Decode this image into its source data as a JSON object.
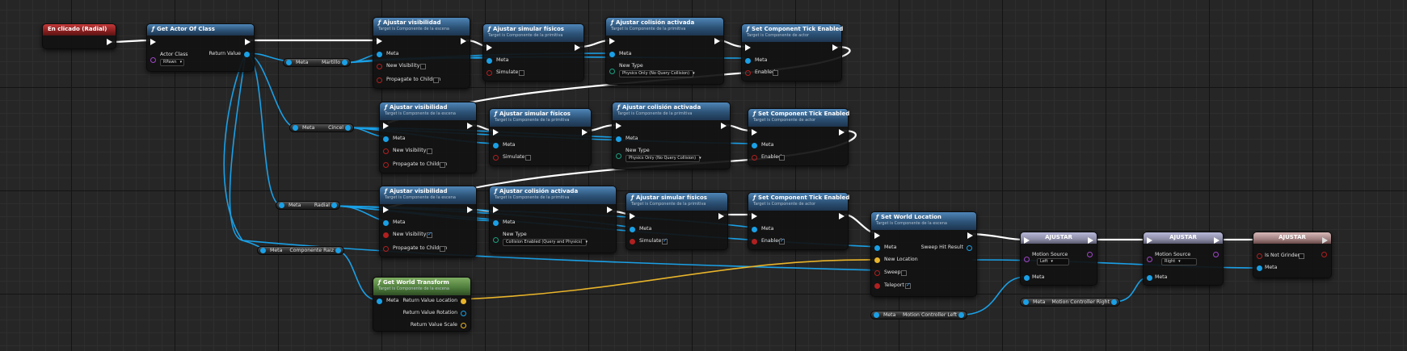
{
  "graph": {
    "event": {
      "title": "En clicado (Radial)"
    },
    "get_actor": {
      "title": "Get Actor Of Class",
      "actor_class_label": "Actor Class",
      "actor_class_value": "RPawn",
      "return_label": "Return Value"
    },
    "vars": {
      "martillo": {
        "left": "Meta",
        "right": "Martillo"
      },
      "cincel": {
        "left": "Meta",
        "right": "Cincel"
      },
      "radial": {
        "left": "Meta",
        "right": "Radial"
      },
      "raiz": {
        "left": "Meta",
        "right": "Componente Raiz"
      },
      "mc_left": {
        "left": "Meta",
        "right": "Motion Controller Left"
      },
      "mc_right": {
        "left": "Meta",
        "right": "Motion Controller Right"
      }
    },
    "row1": {
      "vis": {
        "title": "Ajustar visibilidad",
        "sub": "Target is Componente de la escena",
        "meta": "Meta",
        "new_vis": "New Visibility",
        "prop": "Propagate to Children"
      },
      "sim": {
        "title": "Ajustar simular físicos",
        "sub": "Target is Componente de la primitiva",
        "meta": "Meta",
        "simulate": "Simulate"
      },
      "col": {
        "title": "Ajustar colisión activada",
        "sub": "Target is Componente de la primitiva",
        "meta": "Meta",
        "new_type": "New Type",
        "type_value": "Physics Only (No Query Collision)"
      },
      "tick": {
        "title": "Set Component Tick Enabled",
        "sub": "Target is Componente de actor",
        "meta": "Meta",
        "enabled": "Enabled"
      }
    },
    "row2": {
      "vis": {
        "title": "Ajustar visibilidad",
        "sub": "Target is Componente de la escena",
        "meta": "Meta",
        "new_vis": "New Visibility",
        "prop": "Propagate to Children"
      },
      "sim": {
        "title": "Ajustar simular físicos",
        "sub": "Target is Componente de la primitiva",
        "meta": "Meta",
        "simulate": "Simulate"
      },
      "col": {
        "title": "Ajustar colisión activada",
        "sub": "Target is Componente de la primitiva",
        "meta": "Meta",
        "new_type": "New Type",
        "type_value": "Physics Only (No Query Collision)"
      },
      "tick": {
        "title": "Set Component Tick Enabled",
        "sub": "Target is Componente de actor",
        "meta": "Meta",
        "enabled": "Enabled"
      }
    },
    "row3": {
      "vis": {
        "title": "Ajustar visibilidad",
        "sub": "Target is Componente de la escena",
        "meta": "Meta",
        "new_vis": "New Visibility",
        "prop": "Propagate to Children"
      },
      "col": {
        "title": "Ajustar colisión activada",
        "sub": "Target is Componente de la primitiva",
        "meta": "Meta",
        "new_type": "New Type",
        "type_value": "Collision Enabled (Query and Physics)"
      },
      "sim": {
        "title": "Ajustar simular físicos",
        "sub": "Target is Componente de la primitiva",
        "meta": "Meta",
        "simulate": "Simulate"
      },
      "tick": {
        "title": "Set Component Tick Enabled",
        "sub": "Target is Componente de actor",
        "meta": "Meta",
        "enabled": "Enabled"
      }
    },
    "world_loc": {
      "title": "Set World Location",
      "sub": "Target is Componente de la escena",
      "meta": "Meta",
      "new_loc": "New Location",
      "sweep": "Sweep",
      "teleport": "Teleport",
      "sweep_hit": "Sweep Hit Result"
    },
    "world_tf": {
      "title": "Get World Transform",
      "sub": "Target is Componente de la escena",
      "meta": "Meta",
      "loc": "Return Value Location",
      "rot": "Return Value Rotation",
      "scale": "Return Value Scale"
    },
    "adj1": {
      "title": "AJUSTAR",
      "motion_source": "Motion Source",
      "value": "Left",
      "meta": "Meta"
    },
    "adj2": {
      "title": "AJUSTAR",
      "motion_source": "Motion Source",
      "value": "Right",
      "meta": "Meta"
    },
    "adj3": {
      "title": "AJUSTAR",
      "is_grinder": "Is Not Grinder",
      "meta": "Meta"
    }
  },
  "colors": {
    "exec": "#ffffff",
    "object_pin": "#1aa0e6",
    "vector_pin": "#e8b42a",
    "bool_pin": "#b02020",
    "event_header": "#a02828",
    "function_header": "#2c5276",
    "pure_header": "#4c7a3a"
  }
}
